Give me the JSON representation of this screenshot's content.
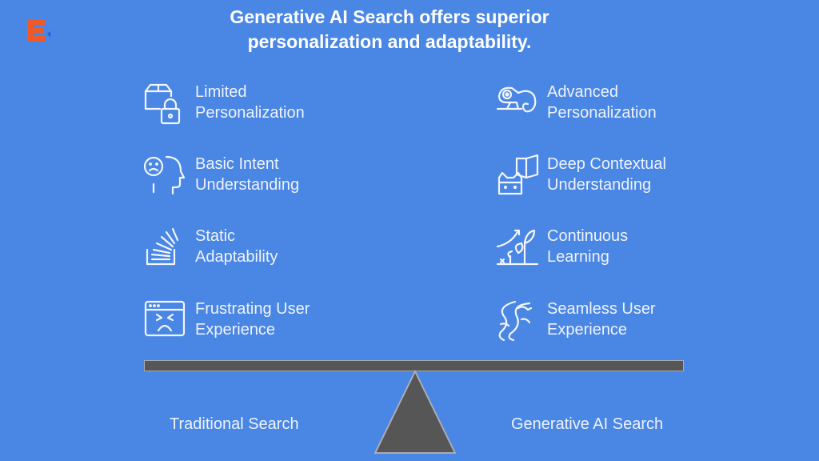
{
  "logo": {
    "letter": "E",
    "icon": "brand-logo-icon",
    "color": "#f05a28"
  },
  "title": {
    "line1": "Generative AI Search offers superior",
    "line2": "personalization and adaptability."
  },
  "left_side": {
    "label": "Traditional Search",
    "items": [
      {
        "line1": "Limited",
        "line2": "Personalization",
        "icon": "box-lock-icon"
      },
      {
        "line1": "Basic Intent",
        "line2": "Understanding",
        "icon": "sad-head-icon"
      },
      {
        "line1": "Static",
        "line2": "Adaptability",
        "icon": "static-tray-icon"
      },
      {
        "line1": "Frustrating User",
        "line2": "Experience",
        "icon": "angry-browser-icon"
      }
    ]
  },
  "right_side": {
    "label": "Generative AI Search",
    "items": [
      {
        "line1": "Advanced",
        "line2": "Personalization",
        "icon": "chameleon-icon"
      },
      {
        "line1": "Deep Contextual",
        "line2": "Understanding",
        "icon": "robot-book-icon"
      },
      {
        "line1": "Continuous",
        "line2": "Learning",
        "icon": "growing-plant-icon"
      },
      {
        "line1": "Seamless User",
        "line2": "Experience",
        "icon": "winding-river-icon"
      }
    ]
  },
  "colors": {
    "background": "#4a86e4",
    "beam": "#565656",
    "beam_border": "#a8acb3",
    "text": "#eef3fc"
  }
}
